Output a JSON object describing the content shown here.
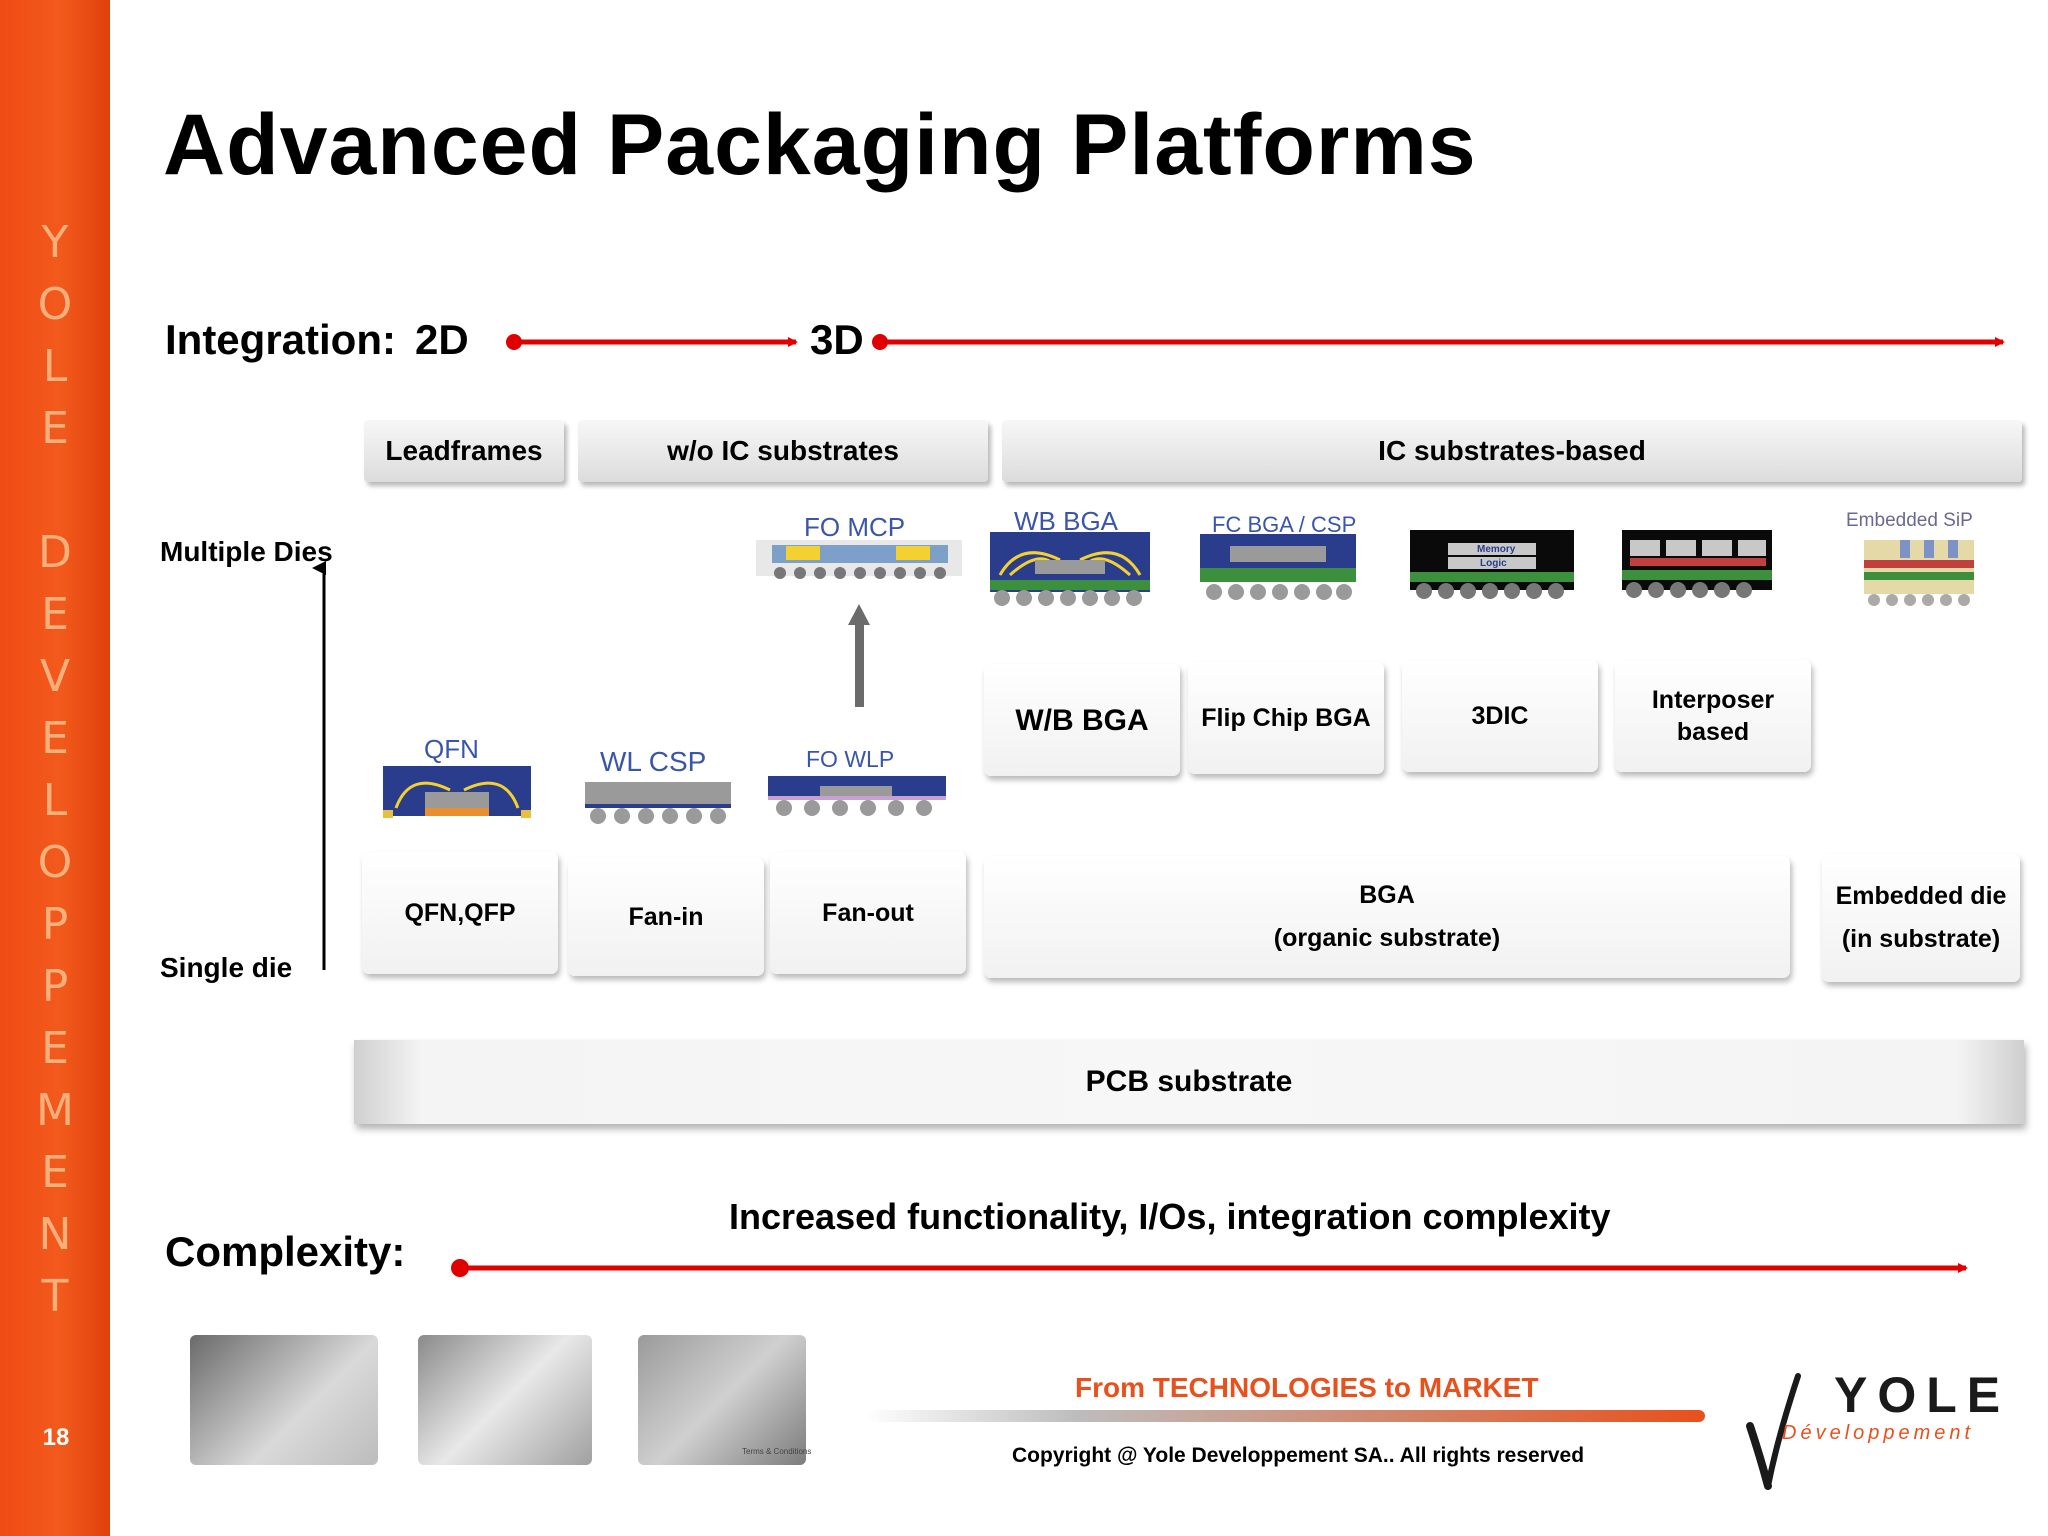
{
  "sidebar": {
    "letters": [
      "Y",
      "O",
      "L",
      "E",
      "",
      "D",
      "E",
      "V",
      "E",
      "L",
      "O",
      "P",
      "P",
      "E",
      "M",
      "E",
      "N",
      "T"
    ],
    "page_number": "18"
  },
  "title": "Advanced Packaging Platforms",
  "integration": {
    "label": "Integration",
    "colon": ":",
    "start": "2D",
    "mid": "3D"
  },
  "categories": {
    "leadframes": "Leadframes",
    "wo_ic": "w/o IC substrates",
    "ic_based": "IC substrates-based"
  },
  "axis": {
    "top": "Multiple Dies",
    "bottom": "Single die"
  },
  "packages": {
    "fo_mcp": "FO MCP",
    "wb_bga": "WB BGA",
    "fc_bga": "FC BGA / CSP",
    "embedded_sip": "Embedded SiP",
    "qfn": "QFN",
    "wl_csp": "WL CSP",
    "fo_wlp": "FO WLP",
    "memory": "Memory",
    "logic": "Logic"
  },
  "mid_boxes": {
    "wb": "W/B BGA",
    "fc": "Flip Chip BGA",
    "tdic": "3DIC",
    "interposer": [
      "Interposer",
      "based"
    ]
  },
  "bottom_boxes": {
    "qfn": "QFN,QFP",
    "fanin": "Fan-in",
    "fanout": "Fan-out",
    "bga": [
      "BGA",
      "(organic substrate)"
    ],
    "embedded": [
      "Embedded die",
      "(in substrate)"
    ]
  },
  "pcb": "PCB substrate",
  "complexity": {
    "label": "Complexity",
    "colon": ":",
    "caption": "Increased functionality, I/Os, integration complexity"
  },
  "footer": {
    "tagline": "From TECHNOLOGIES to MARKET",
    "copyright": "Copyright @ Yole Developpement SA.. All rights reserved",
    "photo_caption": "Terms & Conditions"
  },
  "logo": {
    "name": "YOLE",
    "sub": "Développement"
  },
  "colors": {
    "accent": "#e8501c",
    "arrow": "#e00000",
    "package_blue": "#3a56a8",
    "sidebar": "#f04a14"
  }
}
